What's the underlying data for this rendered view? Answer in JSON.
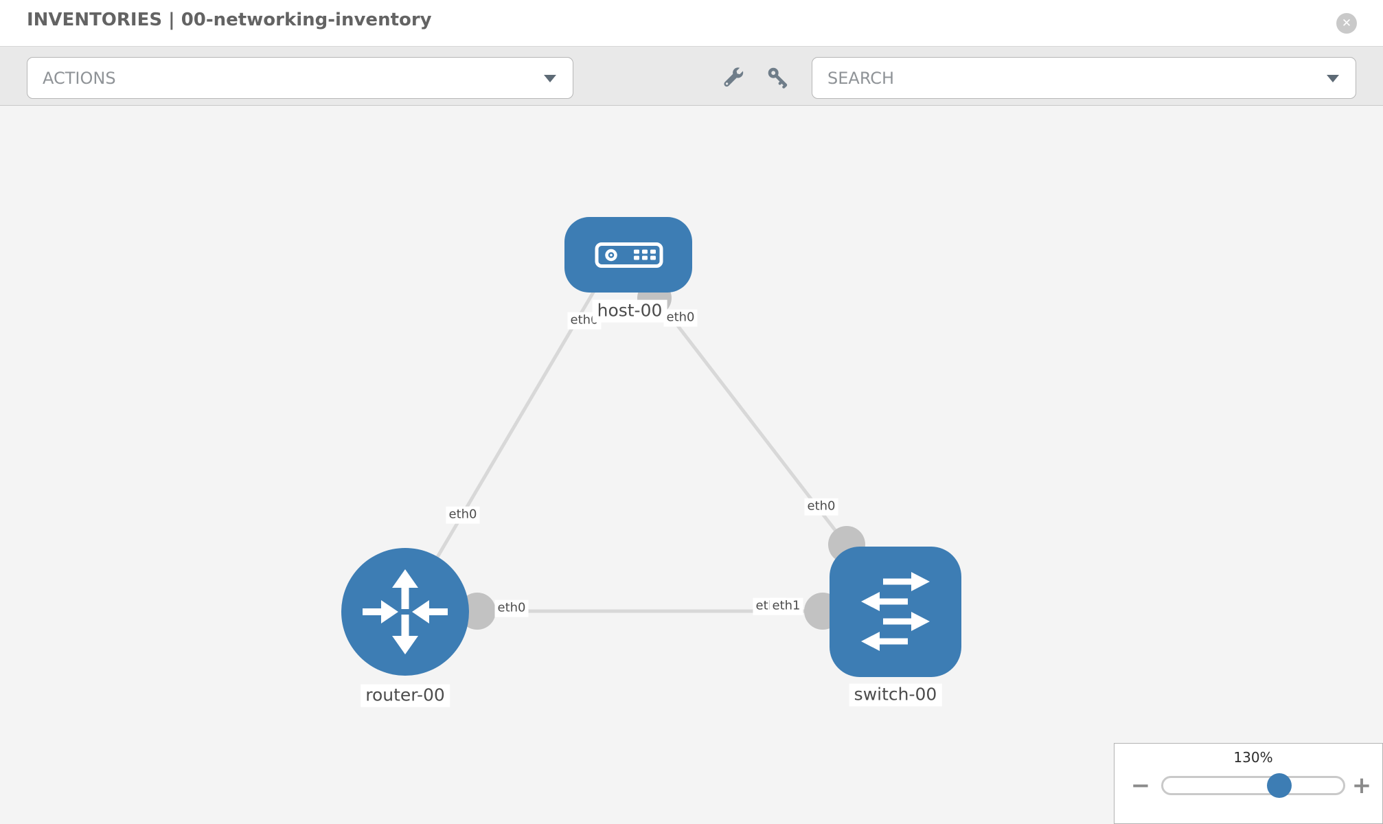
{
  "header": {
    "title": "INVENTORIES | 00-networking-inventory",
    "close_glyph": "✕"
  },
  "toolbar": {
    "actions_label": "ACTIONS",
    "search_label": "SEARCH",
    "icons": [
      "wrench-icon",
      "key-icon"
    ]
  },
  "topology": {
    "nodes": [
      {
        "label": "host-00",
        "type": "host"
      },
      {
        "label": "router-00",
        "type": "router"
      },
      {
        "label": "switch-00",
        "type": "switch"
      }
    ],
    "links": [
      {
        "from": "host-00",
        "from_interface": "eth0",
        "to": "router-00",
        "to_interface": "eth0"
      },
      {
        "from": "host-00",
        "from_interface": "eth0",
        "to": "switch-00",
        "to_interface": "eth0"
      },
      {
        "from": "router-00",
        "from_interface": "eth0",
        "to": "switch-00",
        "to_interface": "eth1"
      }
    ],
    "colors": {
      "node_fill": "#3d7db4",
      "link": "#d8d8d8",
      "connector": "#c2c2c2",
      "canvas_bg": "#f4f4f4"
    }
  },
  "zoom_control": {
    "value": "130%",
    "minus_glyph": "−",
    "plus_glyph": "+"
  }
}
